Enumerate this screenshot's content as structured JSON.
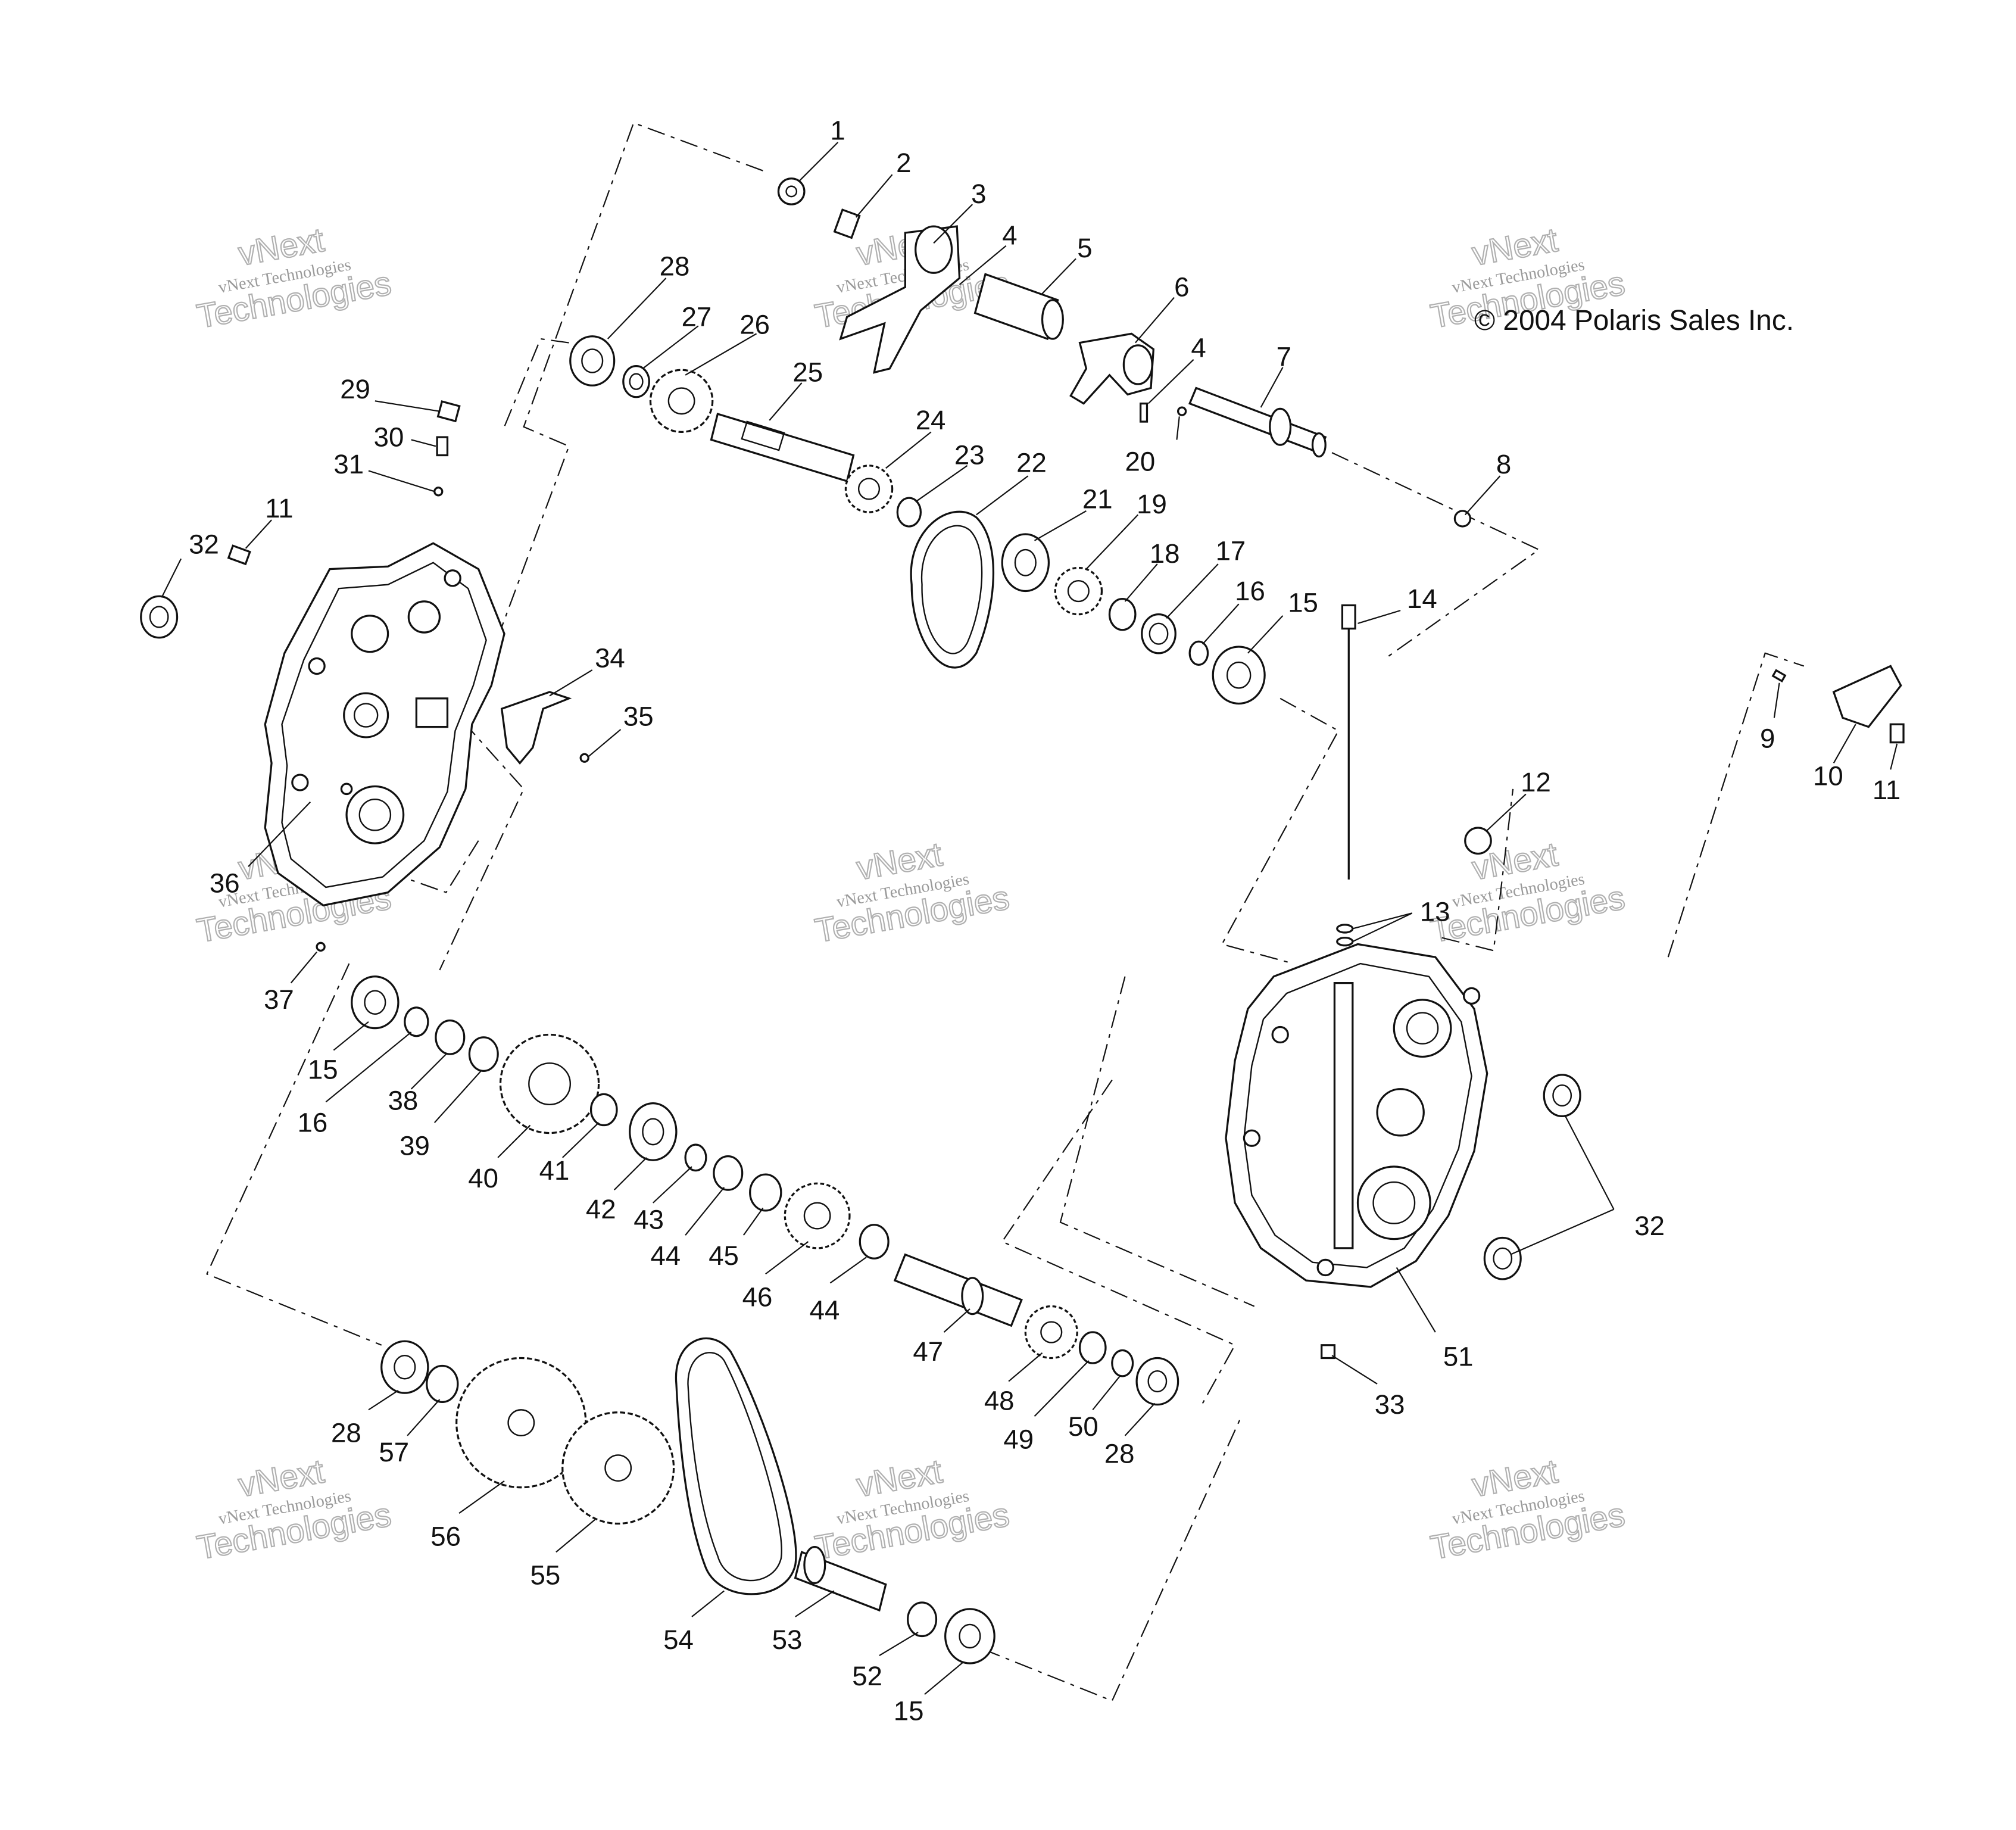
{
  "copyright": "© 2004 Polaris Sales Inc.",
  "watermark": {
    "top": "vNext",
    "line": "vNext Technologies",
    "big": "Technologies"
  },
  "callouts": [
    {
      "id": "1",
      "text": "1"
    },
    {
      "id": "2",
      "text": "2"
    },
    {
      "id": "3",
      "text": "3"
    },
    {
      "id": "4a",
      "text": "4"
    },
    {
      "id": "5",
      "text": "5"
    },
    {
      "id": "6",
      "text": "6"
    },
    {
      "id": "4b",
      "text": "4"
    },
    {
      "id": "7",
      "text": "7"
    },
    {
      "id": "8",
      "text": "8"
    },
    {
      "id": "9",
      "text": "9"
    },
    {
      "id": "10",
      "text": "10"
    },
    {
      "id": "11a",
      "text": "11"
    },
    {
      "id": "11b",
      "text": "11"
    },
    {
      "id": "12",
      "text": "12"
    },
    {
      "id": "13",
      "text": "13"
    },
    {
      "id": "14",
      "text": "14"
    },
    {
      "id": "15a",
      "text": "15"
    },
    {
      "id": "15b",
      "text": "15"
    },
    {
      "id": "15c",
      "text": "15"
    },
    {
      "id": "16a",
      "text": "16"
    },
    {
      "id": "16b",
      "text": "16"
    },
    {
      "id": "17",
      "text": "17"
    },
    {
      "id": "18",
      "text": "18"
    },
    {
      "id": "19",
      "text": "19"
    },
    {
      "id": "20",
      "text": "20"
    },
    {
      "id": "21",
      "text": "21"
    },
    {
      "id": "22",
      "text": "22"
    },
    {
      "id": "23",
      "text": "23"
    },
    {
      "id": "24",
      "text": "24"
    },
    {
      "id": "25",
      "text": "25"
    },
    {
      "id": "26",
      "text": "26"
    },
    {
      "id": "27",
      "text": "27"
    },
    {
      "id": "28a",
      "text": "28"
    },
    {
      "id": "28b",
      "text": "28"
    },
    {
      "id": "28c",
      "text": "28"
    },
    {
      "id": "29",
      "text": "29"
    },
    {
      "id": "30",
      "text": "30"
    },
    {
      "id": "31",
      "text": "31"
    },
    {
      "id": "32a",
      "text": "32"
    },
    {
      "id": "32b",
      "text": "32"
    },
    {
      "id": "33",
      "text": "33"
    },
    {
      "id": "34",
      "text": "34"
    },
    {
      "id": "35",
      "text": "35"
    },
    {
      "id": "36",
      "text": "36"
    },
    {
      "id": "37",
      "text": "37"
    },
    {
      "id": "38",
      "text": "38"
    },
    {
      "id": "39",
      "text": "39"
    },
    {
      "id": "40",
      "text": "40"
    },
    {
      "id": "41",
      "text": "41"
    },
    {
      "id": "42",
      "text": "42"
    },
    {
      "id": "43",
      "text": "43"
    },
    {
      "id": "44a",
      "text": "44"
    },
    {
      "id": "44b",
      "text": "44"
    },
    {
      "id": "45",
      "text": "45"
    },
    {
      "id": "46",
      "text": "46"
    },
    {
      "id": "47",
      "text": "47"
    },
    {
      "id": "48",
      "text": "48"
    },
    {
      "id": "49",
      "text": "49"
    },
    {
      "id": "50",
      "text": "50"
    },
    {
      "id": "51",
      "text": "51"
    },
    {
      "id": "52",
      "text": "52"
    },
    {
      "id": "53",
      "text": "53"
    },
    {
      "id": "54",
      "text": "54"
    },
    {
      "id": "55",
      "text": "55"
    },
    {
      "id": "56",
      "text": "56"
    },
    {
      "id": "57",
      "text": "57"
    }
  ]
}
